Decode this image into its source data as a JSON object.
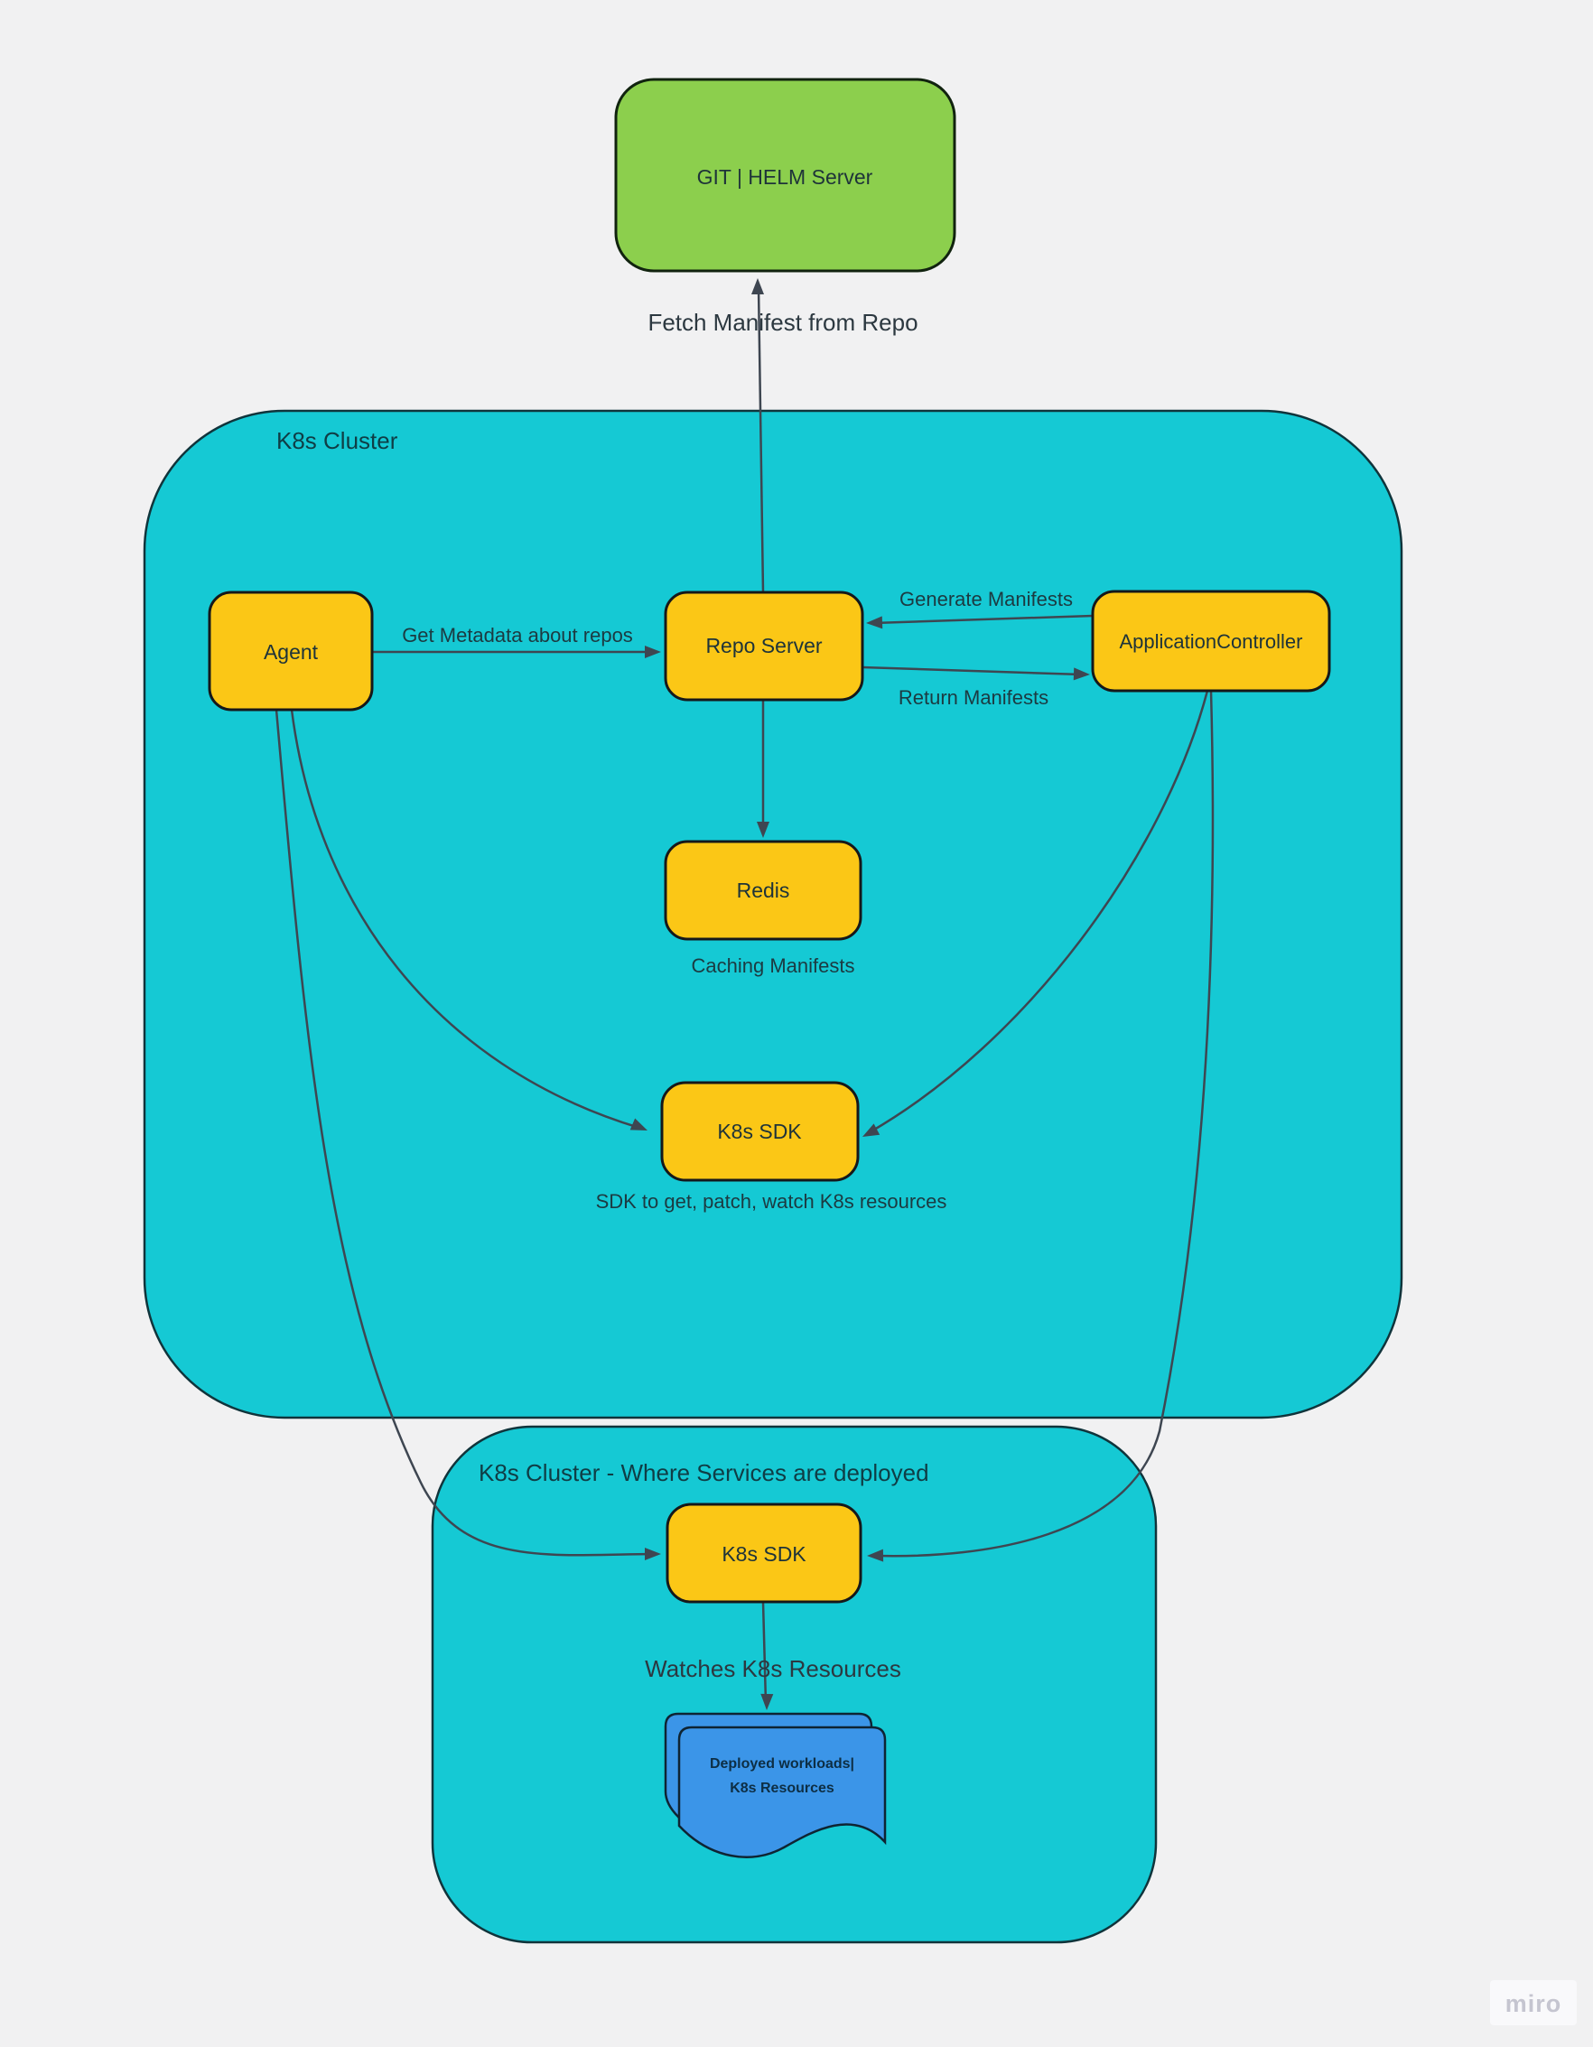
{
  "board": {
    "watermark": "miro"
  },
  "colors": {
    "background": "#f1f1f2",
    "cluster_fill": "#15c9d4",
    "node_fill": "#fbc716",
    "external_fill": "#8ccf4d",
    "document_fill": "#3b95e8",
    "connector": "#3e4651",
    "watermark_badge": "#f9f9fb"
  },
  "external": {
    "git_helm_server": "GIT | HELM Server"
  },
  "clusters": {
    "main": {
      "title": "K8s Cluster"
    },
    "deploy": {
      "title": "K8s Cluster - Where Services are deployed"
    }
  },
  "nodes": {
    "agent": "Agent",
    "repo_server": "Repo Server",
    "application_controller": "ApplicationController",
    "redis": "Redis",
    "k8s_sdk": "K8s SDK",
    "k8s_sdk_deploy": "K8s SDK",
    "workloads_line1": "Deployed workloads|",
    "workloads_line2": "K8s Resources"
  },
  "labels": {
    "fetch_manifest": "Fetch Manifest from Repo",
    "get_metadata": "Get Metadata about repos",
    "generate_manifests": "Generate Manifests",
    "return_manifests": "Return Manifests",
    "caching_manifests": "Caching Manifests",
    "sdk_caption": "SDK to get, patch, watch K8s resources",
    "watches": "Watches K8s Resources"
  }
}
